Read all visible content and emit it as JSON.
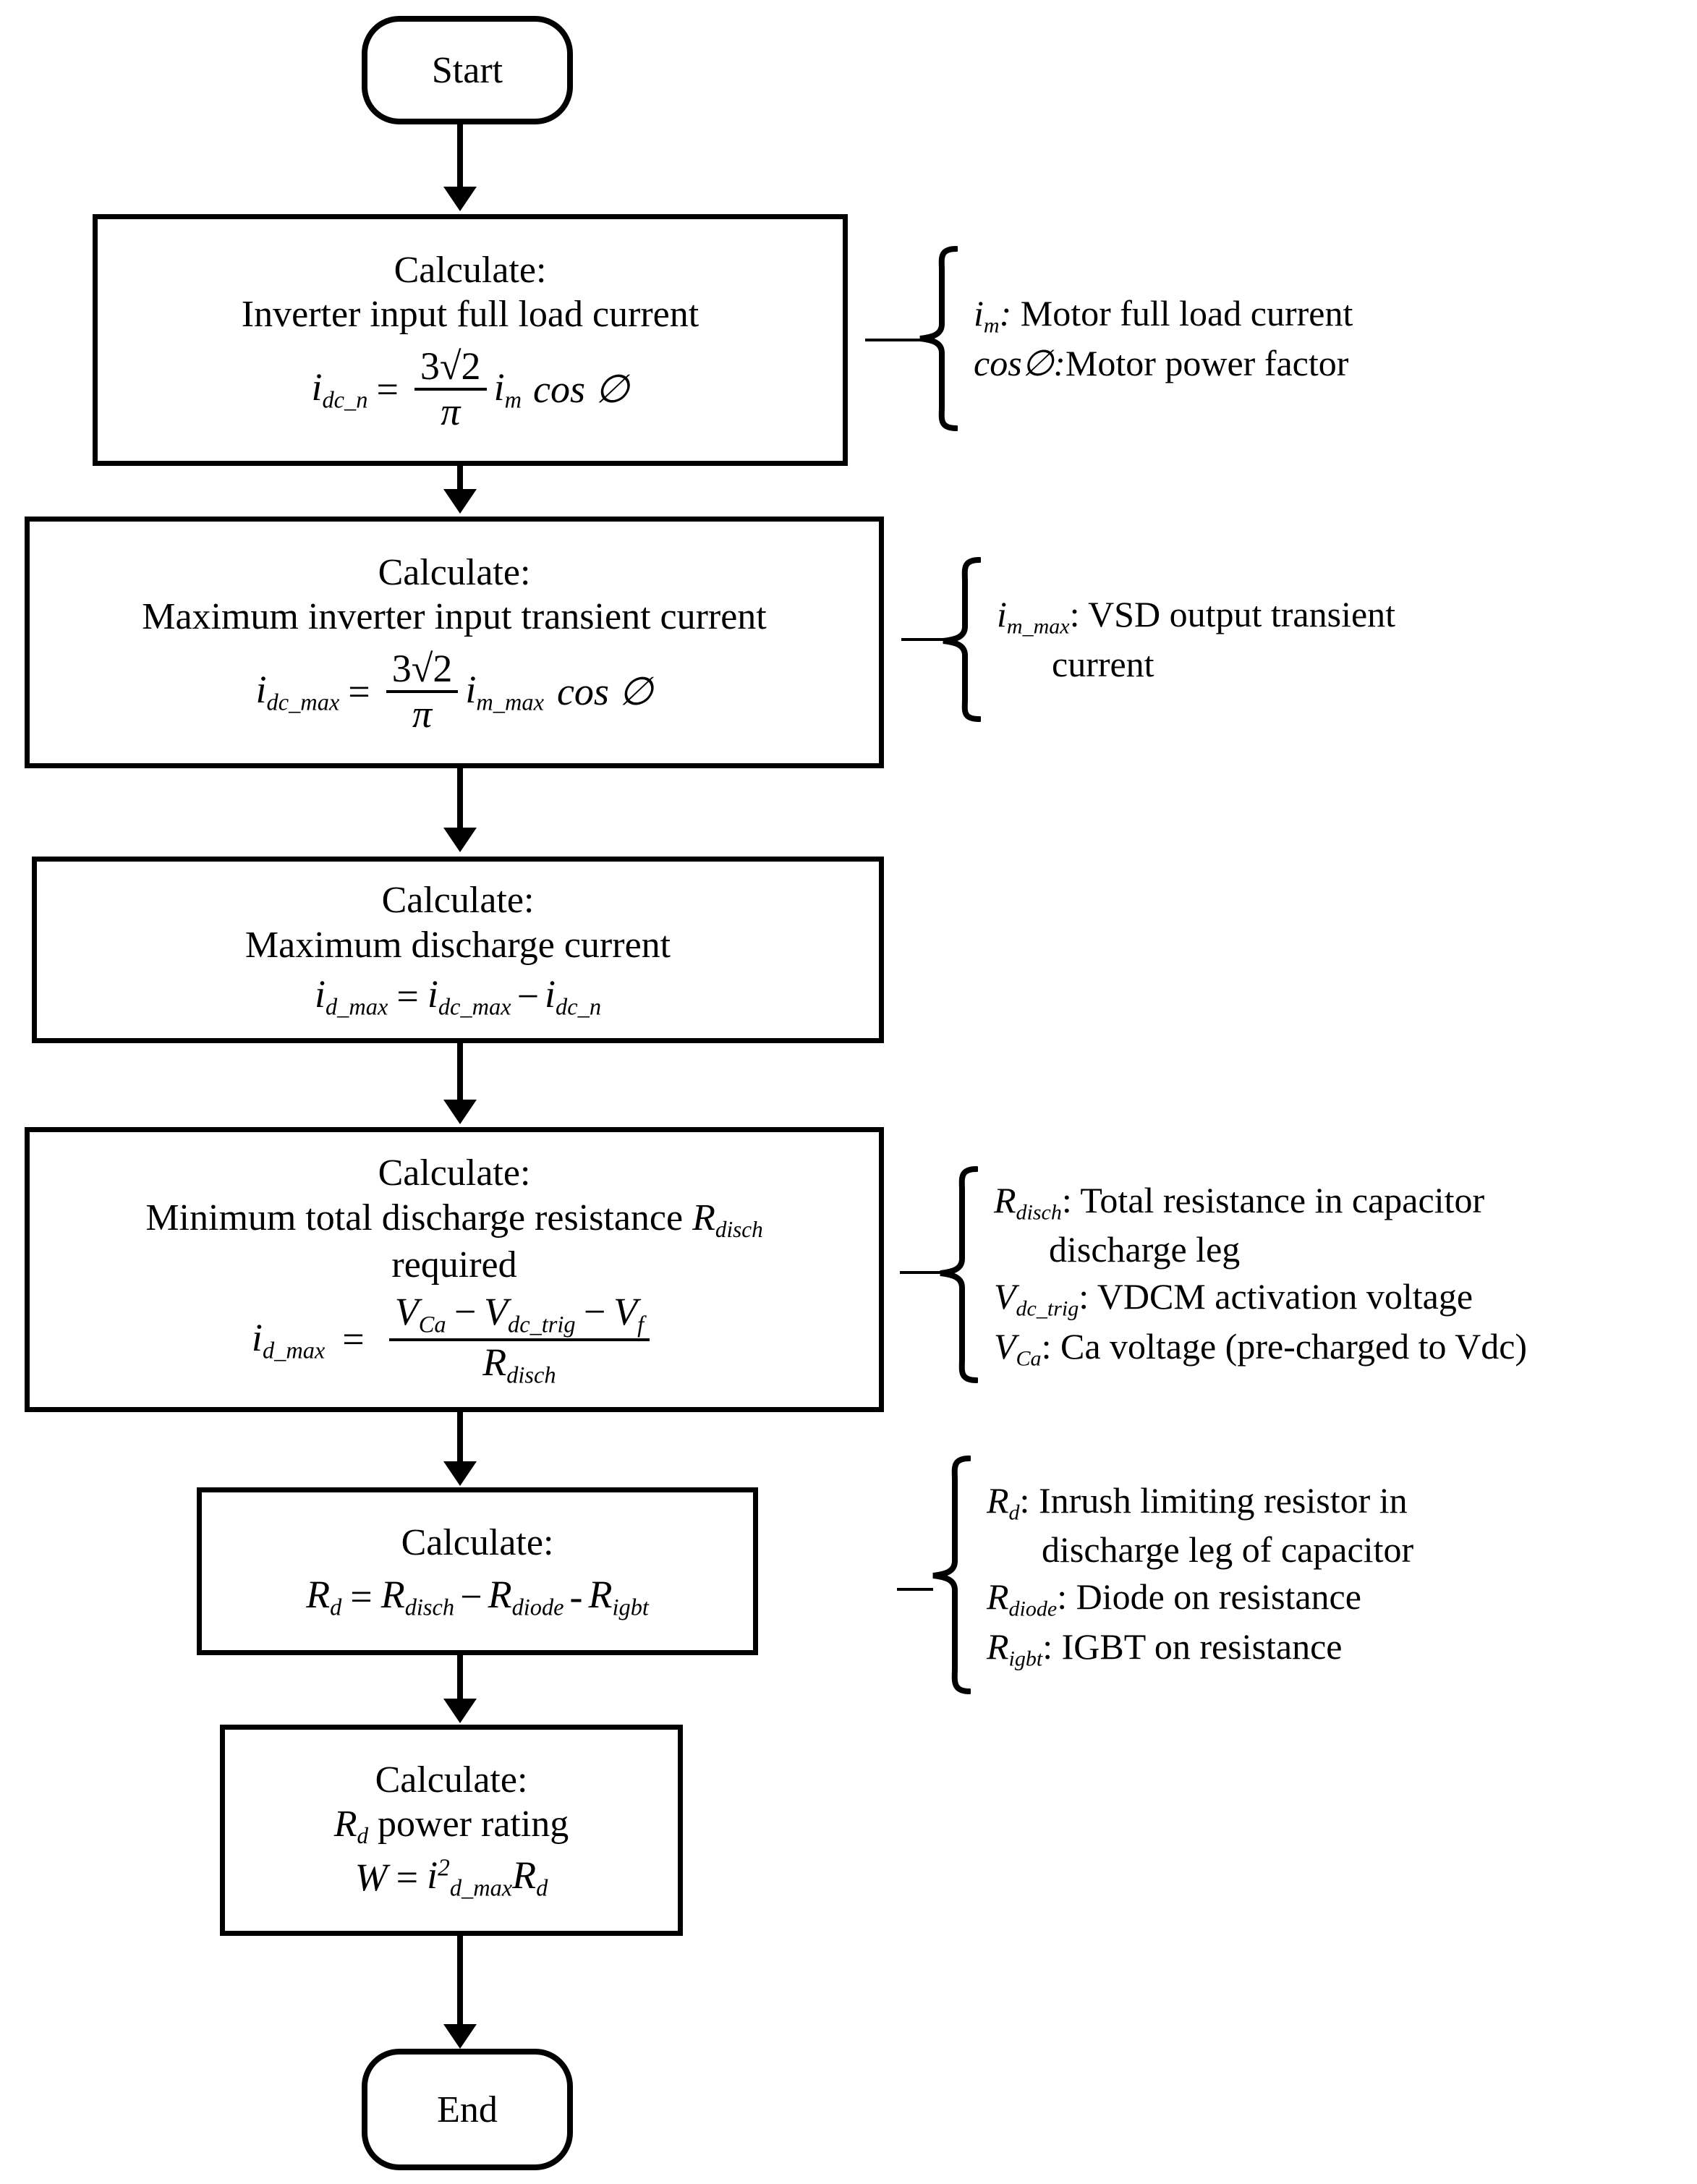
{
  "diagram": {
    "title": "Discharge resistor sizing flowchart",
    "type": "flowchart",
    "colors": {
      "stroke": "#000000",
      "fill": "#ffffff",
      "text": "#000000"
    }
  },
  "nodes": {
    "start": {
      "label": "Start",
      "shape": "stadium"
    },
    "end": {
      "label": "End",
      "shape": "stadium"
    },
    "box1": {
      "line1": "Calculate:",
      "line2": "Inverter input full load current",
      "formula": {
        "lhs_base": "i",
        "lhs_sub": "dc_n",
        "num": "3√2",
        "den": "π",
        "tail_base": "i",
        "tail_sub": "m",
        "tail_rest": "cos ∅"
      }
    },
    "box2": {
      "line1": "Calculate:",
      "line2": "Maximum inverter input transient current",
      "formula": {
        "lhs_base": "i",
        "lhs_sub": "dc_max",
        "num": "3√2",
        "den": "π",
        "tail_base": "i",
        "tail_sub": "m_max",
        "tail_rest": "cos ∅"
      }
    },
    "box3": {
      "line1": "Calculate:",
      "line2": "Maximum discharge current",
      "formula": {
        "lhs_base": "i",
        "lhs_sub": "d_max",
        "t1_base": "i",
        "t1_sub": "dc_max",
        "minus": "−",
        "t2_base": "i",
        "t2_sub": "dc_n"
      }
    },
    "box4": {
      "line1": "Calculate:",
      "line2_pre": "Minimum total discharge resistance ",
      "line2_sym_base": "R",
      "line2_sym_sub": "disch",
      "line3": "required",
      "formula": {
        "lhs_base": "i",
        "lhs_sub": "d_max",
        "num_a_base": "V",
        "num_a_sub": "Ca",
        "num_op1": "−",
        "num_b_base": "V",
        "num_b_sub": "dc_trig",
        "num_op2": "−",
        "num_c_base": "V",
        "num_c_sub": "f",
        "den_base": "R",
        "den_sub": "disch"
      }
    },
    "box5": {
      "line1": "Calculate:",
      "formula": {
        "lhs_base": "R",
        "lhs_sub": "d",
        "a_base": "R",
        "a_sub": "disch",
        "op1": "−",
        "b_base": "R",
        "b_sub": "diode",
        "op2": "-",
        "c_base": "R",
        "c_sub": "igbt"
      }
    },
    "box6": {
      "line1": "Calculate:",
      "line2_sym_base": "R",
      "line2_sym_sub": "d",
      "line2_rest": " power rating",
      "formula": {
        "lhs": "W",
        "eq": "=",
        "i_base": "i",
        "i_sup": "2",
        "i_sub": "d_max",
        "r_base": "R",
        "r_sub": "d"
      }
    }
  },
  "annotations": [
    {
      "id": "annot-1",
      "lines": [
        {
          "sym_base": "i",
          "sym_sub": "m",
          "sep": ":",
          "text": " Motor full load current",
          "indent": false,
          "sym_italic_text": false
        },
        {
          "sym_base": "cos∅",
          "sym_sub": "",
          "sep": ":",
          "text": "Motor power factor",
          "indent": false,
          "sym_italic_text": true
        }
      ]
    },
    {
      "id": "annot-2",
      "lines": [
        {
          "sym_base": "i",
          "sym_sub": "m_max",
          "sep": ":",
          "text": " VSD output transient",
          "indent": false
        },
        {
          "sym_base": "",
          "sym_sub": "",
          "sep": "",
          "text": "current",
          "indent": true
        }
      ]
    },
    {
      "id": "annot-3",
      "lines": [
        {
          "sym_base": "R",
          "sym_sub": "disch",
          "sep": ":",
          "text": " Total resistance in capacitor",
          "indent": false
        },
        {
          "sym_base": "",
          "sym_sub": "",
          "sep": "",
          "text": "discharge leg",
          "indent": true
        },
        {
          "sym_base": "V",
          "sym_sub": "dc_trig",
          "sep": ":",
          "text": " VDCM activation voltage",
          "indent": false
        },
        {
          "sym_base": "V",
          "sym_sub": "Ca",
          "sep": ":",
          "text": " Ca voltage (pre-charged to Vdc)",
          "indent": false
        }
      ]
    },
    {
      "id": "annot-4",
      "lines": [
        {
          "sym_base": "R",
          "sym_sub": "d",
          "sep": ":",
          "text": " Inrush limiting resistor in",
          "indent": false
        },
        {
          "sym_base": "",
          "sym_sub": "",
          "sep": "",
          "text": "discharge leg of capacitor",
          "indent": true
        },
        {
          "sym_base": "R",
          "sym_sub": "diode",
          "sep": ":",
          "text": " Diode on resistance",
          "indent": false
        },
        {
          "sym_base": "R",
          "sym_sub": "igbt",
          "sep": ":",
          "text": " IGBT on resistance",
          "indent": false
        }
      ]
    }
  ]
}
